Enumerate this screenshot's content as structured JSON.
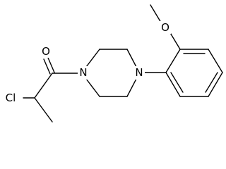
{
  "molecule": {
    "atoms": {
      "oxygen_carbonyl": "O",
      "nitrogen_acyl": "N",
      "nitrogen_aryl": "N",
      "chlorine": "Cl",
      "oxygen_methoxy": "O"
    }
  }
}
